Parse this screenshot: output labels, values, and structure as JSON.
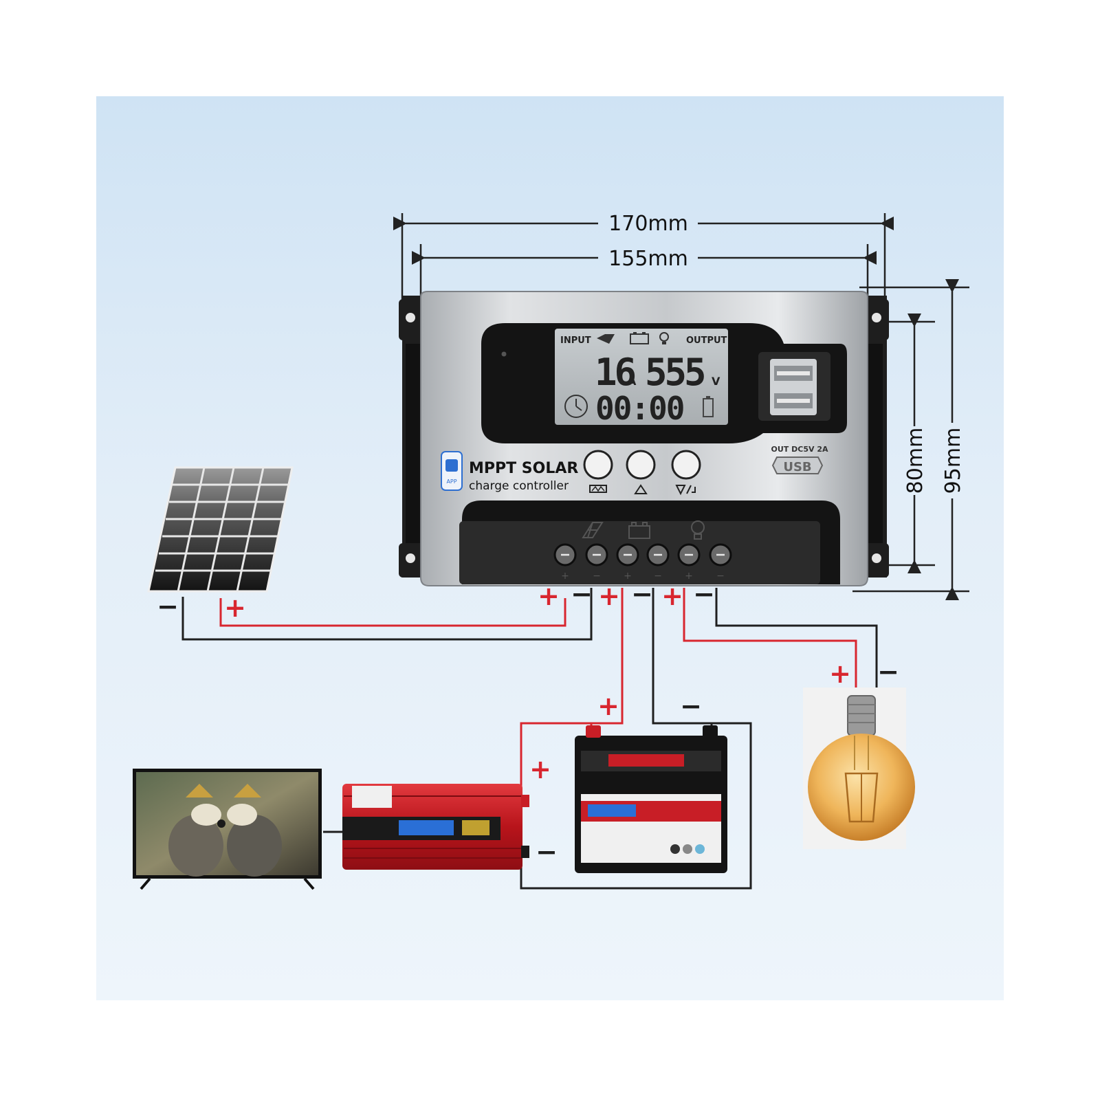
{
  "dimensions": {
    "width_outer": "170mm",
    "width_inner": "155mm",
    "height_inner": "80mm",
    "height_outer": "95mm"
  },
  "controller": {
    "brand_line1": "MPPT SOLAR",
    "brand_line2": "charge controller",
    "app_badge": "APP",
    "usb_rating": "OUT DC5V 2A",
    "usb_label": "USB",
    "lcd": {
      "input_label": "INPUT",
      "output_label": "OUTPUT",
      "current": "16",
      "current_unit": "A",
      "voltage": "555",
      "voltage_unit": "V",
      "time": "00:00"
    },
    "buttons": [
      "menu-button",
      "up-button",
      "down-enter-button"
    ],
    "terminal_polarity": [
      "+",
      "−",
      "+",
      "−",
      "+",
      "−"
    ],
    "terminal_groups": [
      "solar-panel-icon",
      "battery-icon",
      "light-bulb-icon"
    ]
  },
  "wiring": {
    "positive_color": "#d8262f",
    "negative_color": "#1f1f1f",
    "signs": {
      "plus": "+",
      "minus": "−"
    }
  },
  "components": [
    "solar-panel",
    "television",
    "inverter",
    "battery",
    "light-bulb"
  ],
  "colors": {
    "background_gradient_top": "#cfe3f4",
    "background_gradient_bottom": "#eef5fb",
    "controller_silver": "#c9cccf",
    "controller_black": "#1e1e1e",
    "lcd_bg": "#b8bdc0",
    "inverter_red": "#c81e26",
    "bulb_amber": "#e8a53a"
  }
}
